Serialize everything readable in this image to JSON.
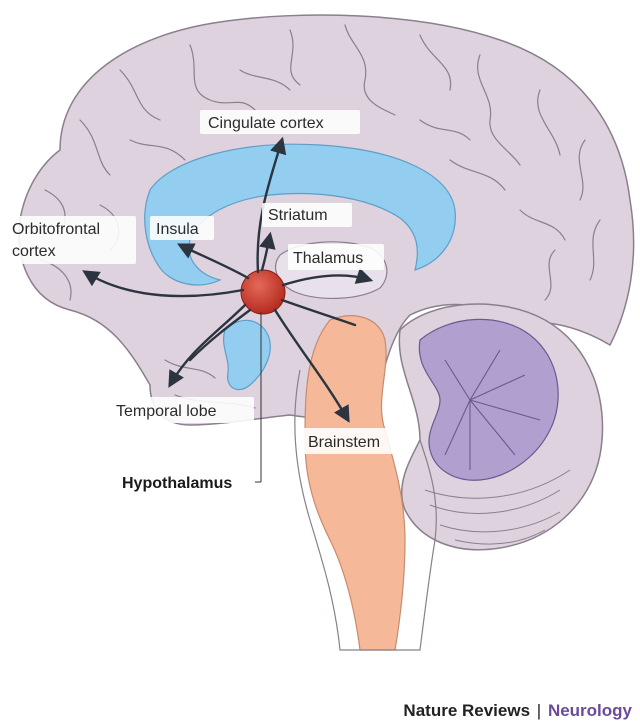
{
  "labels": {
    "cingulate": "Cingulate cortex",
    "orbitofrontal_1": "Orbitofrontal",
    "orbitofrontal_2": "cortex",
    "insula": "Insula",
    "striatum": "Striatum",
    "thalamus": "Thalamus",
    "temporal": "Temporal lobe",
    "brainstem": "Brainstem",
    "hypothalamus": "Hypothalamus"
  },
  "footer": {
    "journal": "Nature Reviews",
    "separator": "|",
    "subject": "Neurology"
  },
  "colors": {
    "cortex": "#ddd2de",
    "cortex_stroke": "#8a7f8c",
    "ventricle": "#93cdef",
    "brainstem": "#f5b99a",
    "cerebellum_core": "#b19fd0",
    "hypothalamus": "#c83a2c",
    "arrow": "#2c3440",
    "subject": "#6b4a9a"
  }
}
